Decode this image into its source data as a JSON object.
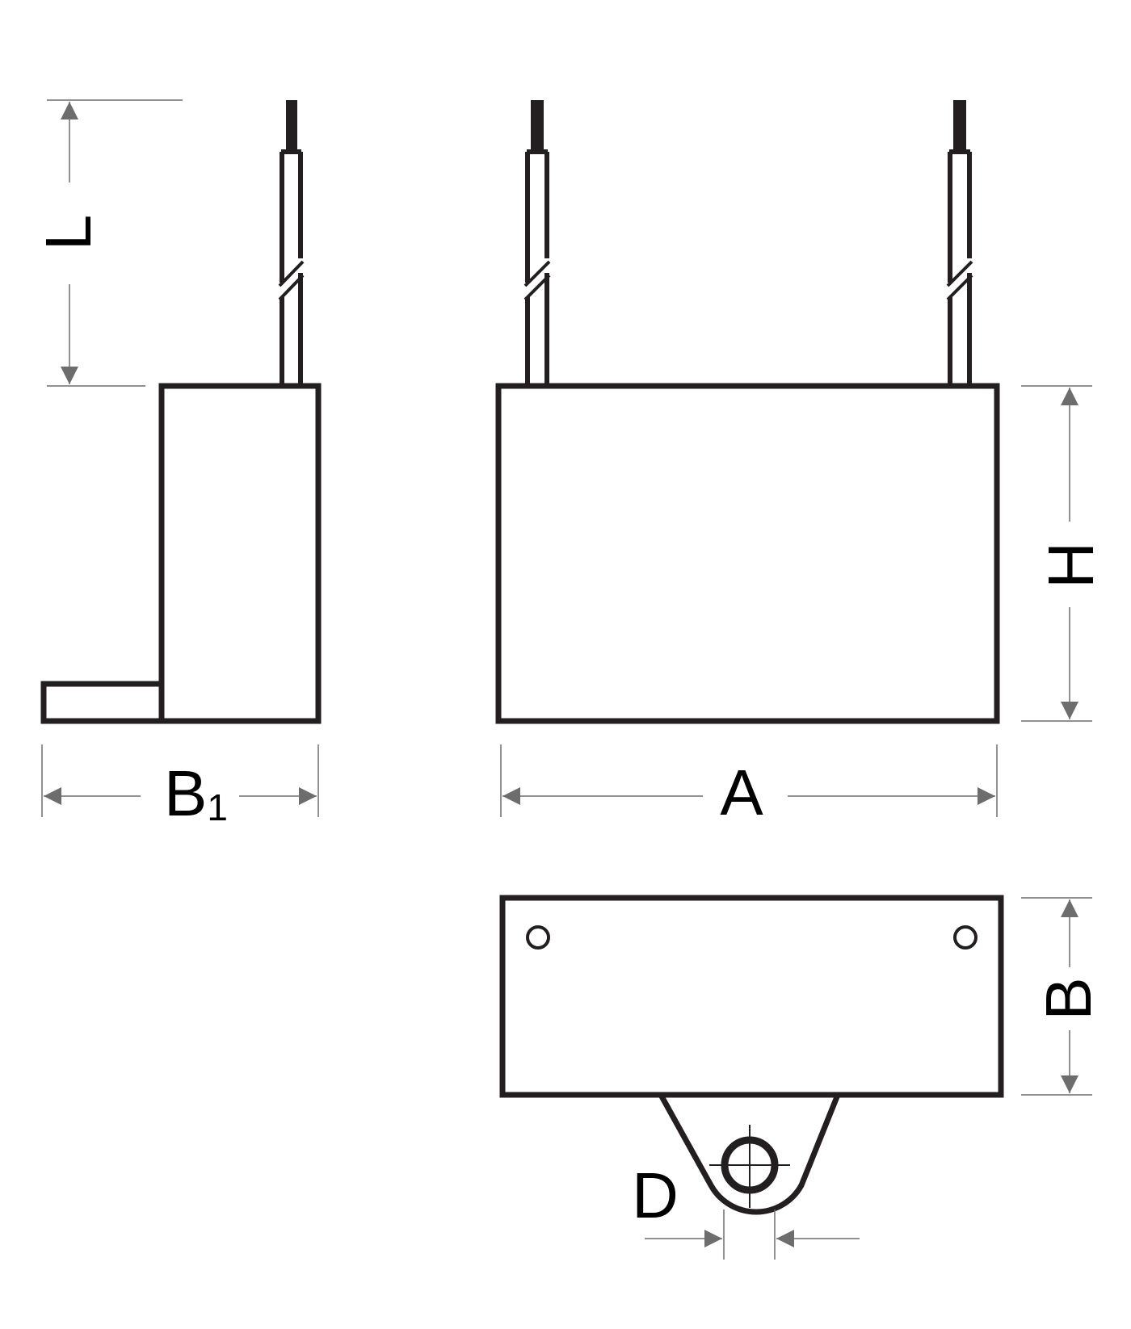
{
  "labels": {
    "L": "L",
    "H": "H",
    "A": "A",
    "B": "B",
    "B1_base": "B",
    "B1_sub": "1",
    "D": "D"
  },
  "colors": {
    "outline": "#231f20",
    "dimension": "#6d6d6d",
    "background": "#ffffff"
  }
}
